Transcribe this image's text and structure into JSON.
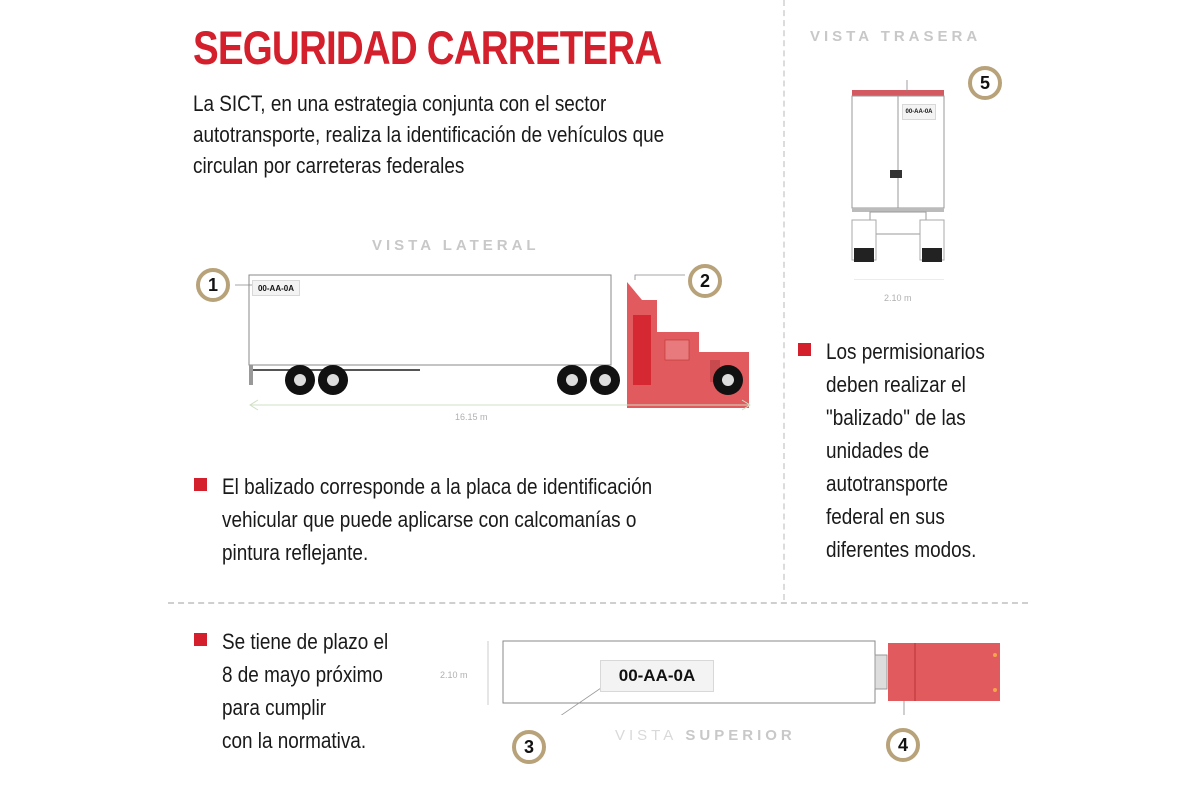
{
  "header": {
    "title": "SEGURIDAD CARRETERA",
    "intro": "La SICT, en una estrategia conjunta con el sector autotransporte,  realiza la identificación de vehículos que circulan por carreteras federales"
  },
  "views": {
    "lateral": {
      "label_a": "VISTA",
      "label_b": "LATERAL",
      "dimension": "16.15 m",
      "plate": "00-AA-0A"
    },
    "trasera": {
      "label_a": "VISTA",
      "label_b": "TRASERA",
      "dimension": "2.10 m",
      "plate": "00-AA-0A"
    },
    "superior": {
      "label_a": "VISTA",
      "label_b": "SUPERIOR",
      "dimension": "2.10 m",
      "plate": "00-AA-0A"
    }
  },
  "markers": [
    "1",
    "2",
    "3",
    "4",
    "5"
  ],
  "bullets": [
    {
      "text": "El balizado corresponde a la placa de identificación\nvehicular que puede aplicarse con calcomanías o\npintura reflejante."
    },
    {
      "text": "Los permisionarios\ndeben realizar el\n\"balizado\" de las\nunidades de\nautotransporte\nfederal en sus\ndiferentes modos."
    },
    {
      "text": "Se tiene de plazo el\n8 de mayo próximo\npara cumplir\ncon la normativa."
    }
  ],
  "colors": {
    "accent": "#d3202c",
    "truck": "#e05a5e",
    "ring": "#b8a27a"
  }
}
